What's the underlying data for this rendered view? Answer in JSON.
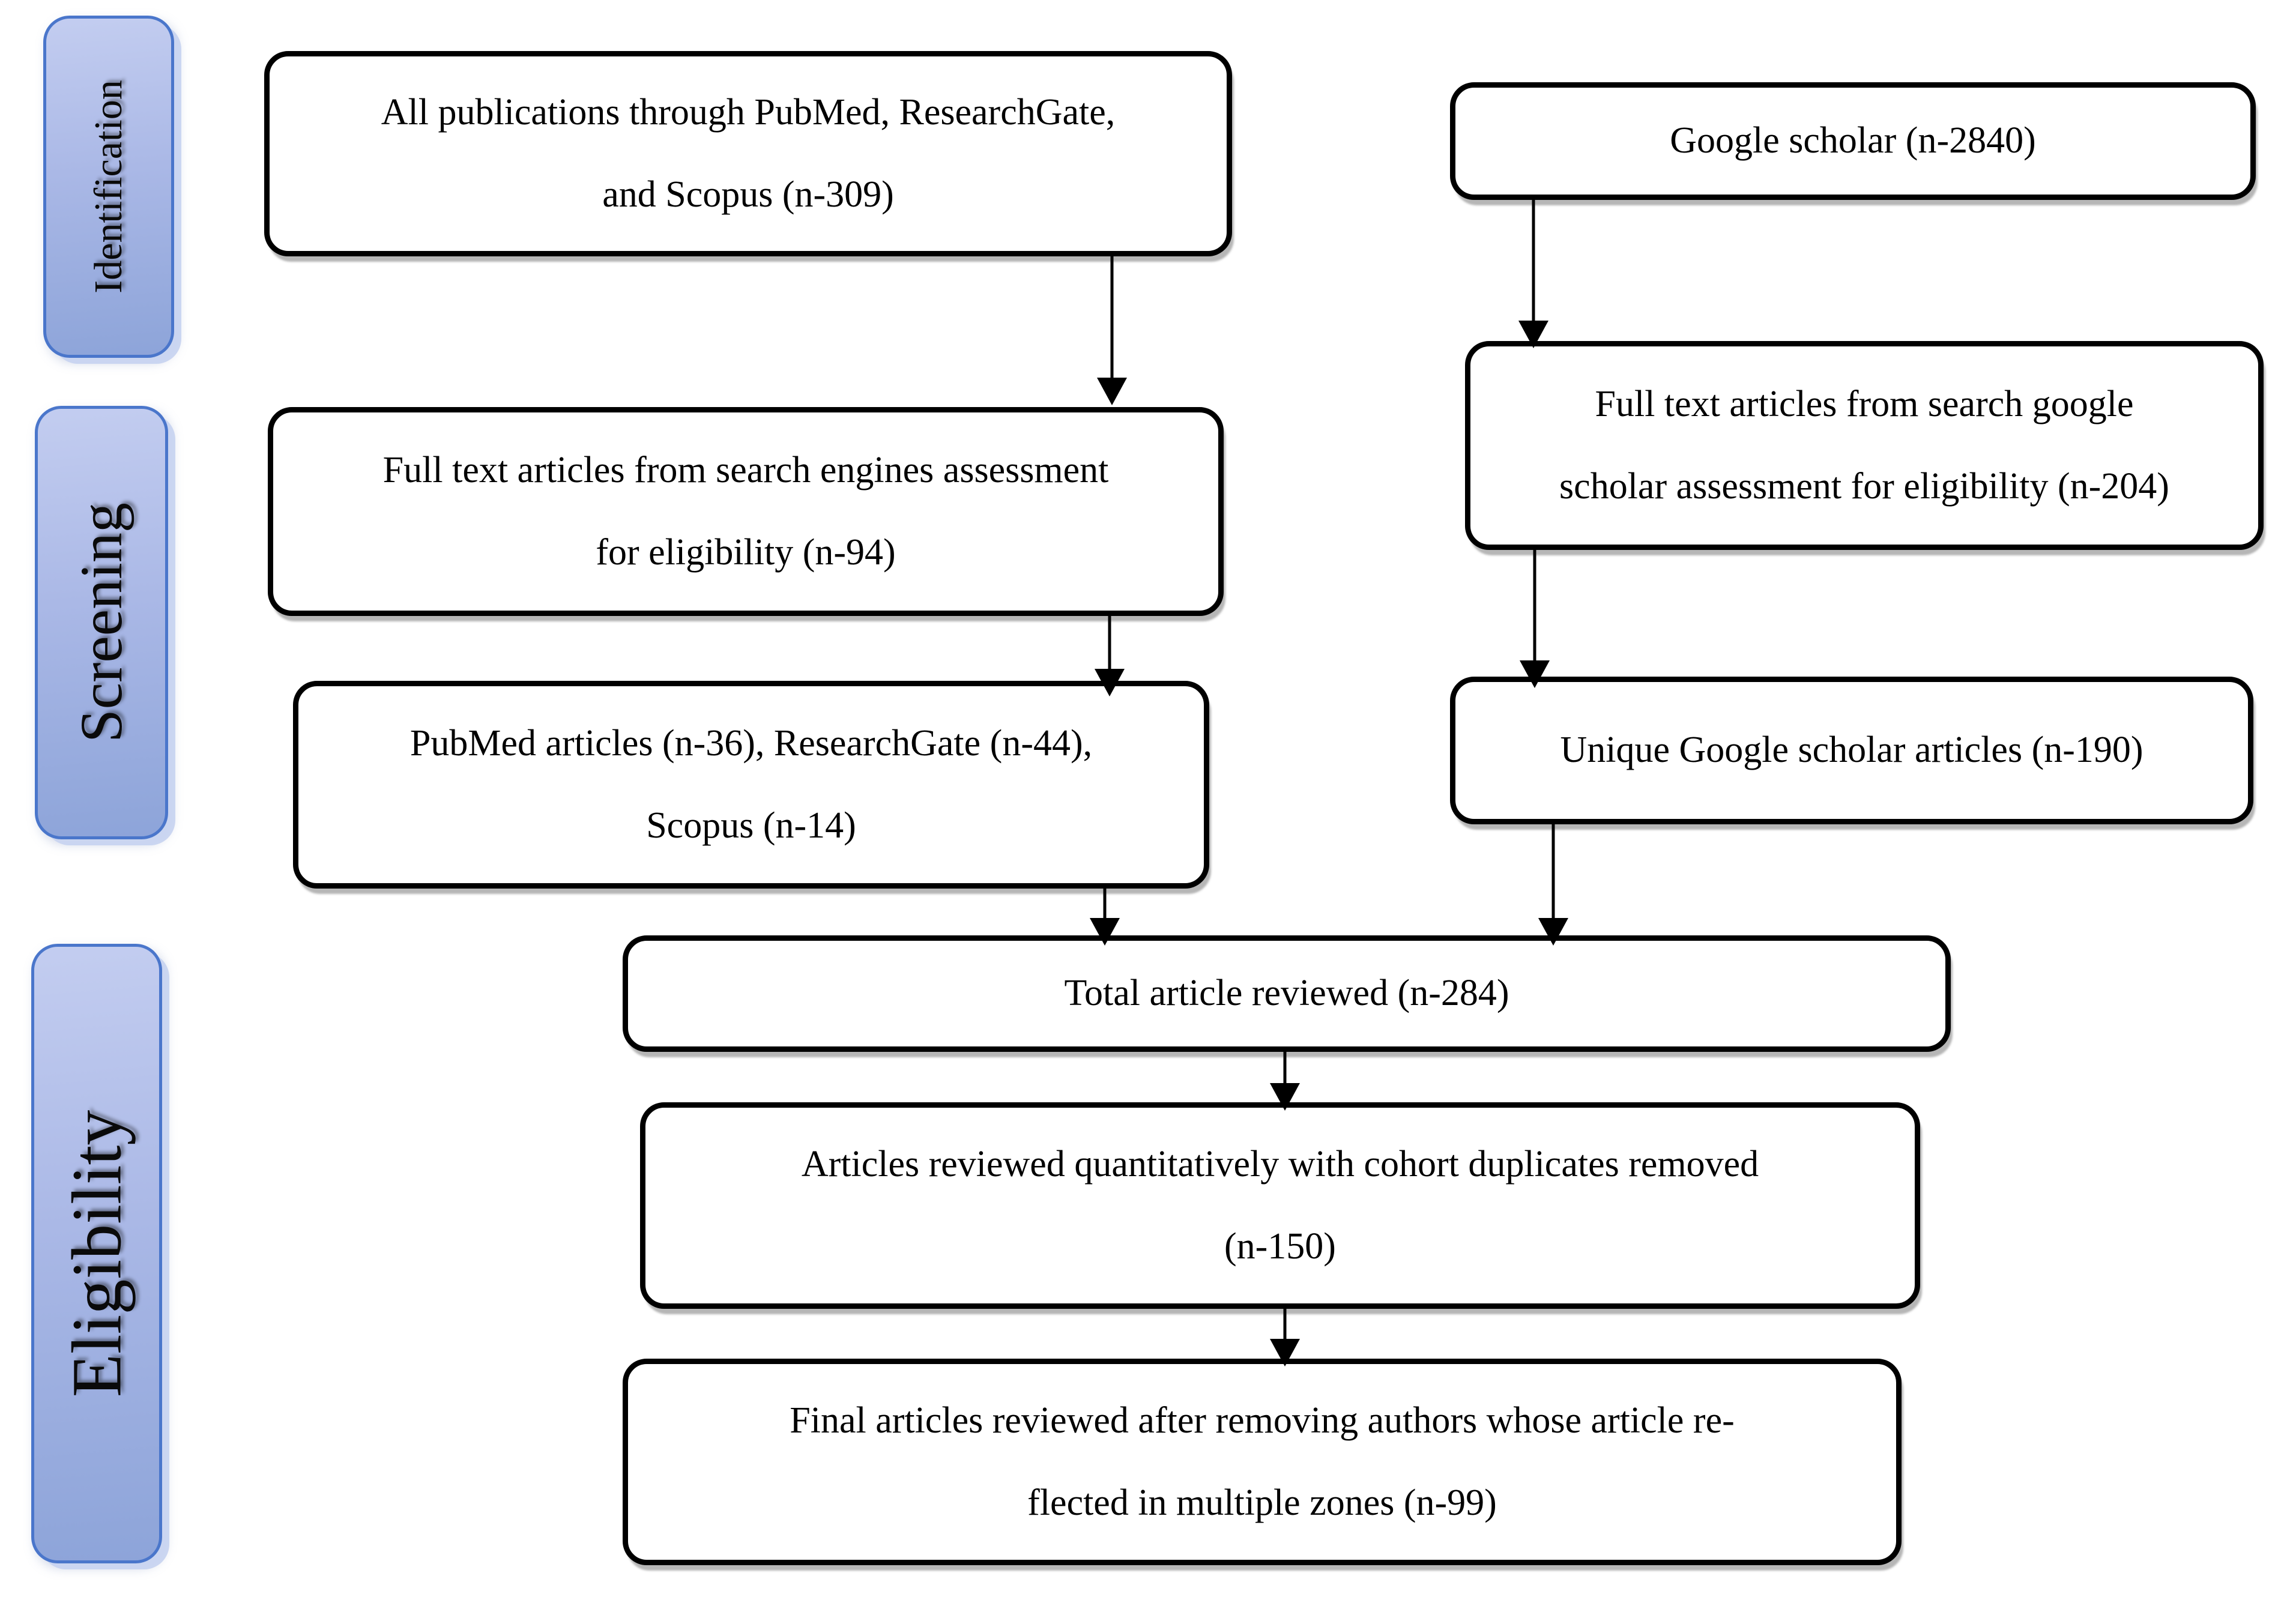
{
  "sidebar": {
    "identification_label": "Identification",
    "screening_label": "Screening",
    "eligibility_label": "Eligibility"
  },
  "boxes": {
    "all_publications": {
      "line1": "All publications through PubMed, ResearchGate,",
      "line2": "and Scopus (n-309)"
    },
    "google_scholar": {
      "line1": "Google scholar (n-2840)"
    },
    "full_text_search_engines": {
      "line1": "Full text articles from search engines assessment",
      "line2": "for eligibility (n-94)"
    },
    "full_text_google_scholar": {
      "line1": "Full text articles from search google",
      "line2": "scholar assessment for eligibility (n-204)"
    },
    "source_breakdown": {
      "line1": "PubMed articles (n-36), ResearchGate (n-44),",
      "line2": "Scopus (n-14)"
    },
    "unique_google_scholar": {
      "line1": "Unique Google scholar articles (n-190)"
    },
    "total_reviewed": {
      "line1": "Total article reviewed (n-284)"
    },
    "duplicates_removed": {
      "line1": "Articles reviewed quantitatively with cohort duplicates removed",
      "line2": "(n-150)"
    },
    "final_reviewed": {
      "line1": "Final articles reviewed after removing authors whose article re-",
      "line2": "flected in multiple zones (n-99)"
    }
  },
  "colors": {
    "stage_border": "#4a76cb",
    "stage_fill_light": "#c3cdf0",
    "stage_fill_dark": "#8da4d9",
    "box_border": "#000000",
    "arrow": "#000000",
    "background": "#ffffff"
  }
}
